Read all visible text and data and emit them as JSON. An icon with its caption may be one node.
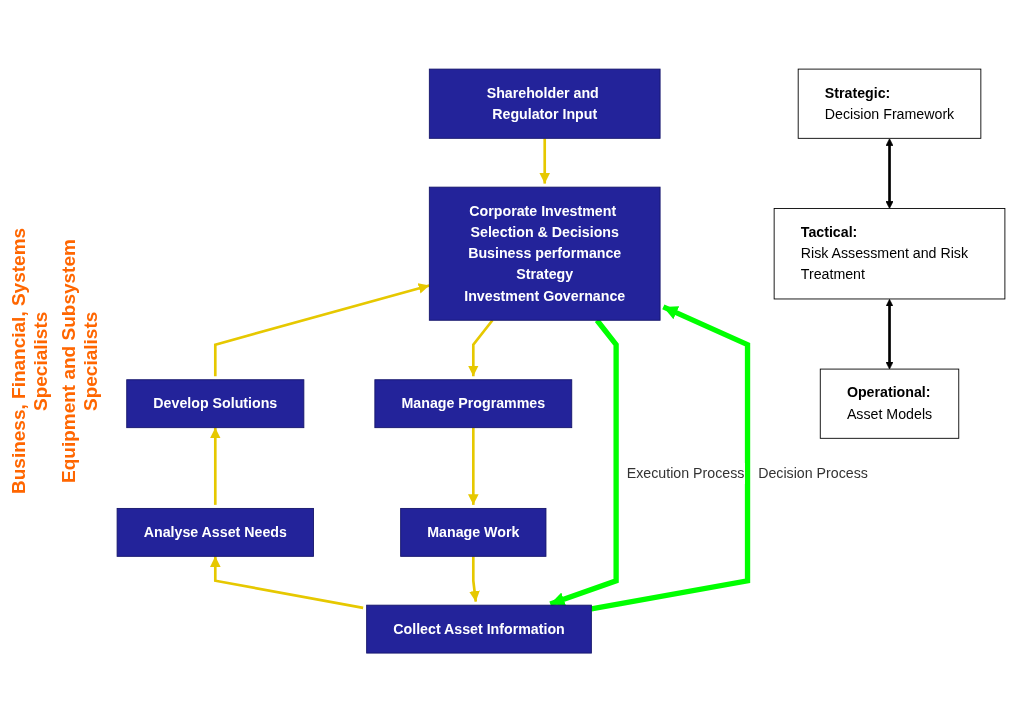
{
  "diagram": {
    "nodes": [
      {
        "text": [
          "Shareholder and Regulator Input"
        ]
      },
      {
        "text": [
          "Corporate Investment Selection & Decisions",
          "Business performance",
          "Strategy",
          "Investment Governance"
        ]
      },
      {
        "text": [
          "Develop Solutions"
        ]
      },
      {
        "text": [
          "Manage Programmes"
        ]
      },
      {
        "text": [
          "Analyse Asset Needs"
        ]
      },
      {
        "text": [
          "Manage Work"
        ]
      },
      {
        "text": [
          "Collect Asset Information"
        ]
      },
      {
        "text": [
          "Strategic:",
          "Decision Framework"
        ]
      },
      {
        "text": [
          "Tactical:",
          "Risk Assessment and Risk Treatment"
        ]
      },
      {
        "text": [
          "Operational:",
          "Asset Models"
        ]
      }
    ],
    "edges": [
      {
        "from": 0,
        "to": 1,
        "arrow": "to"
      },
      {
        "from": 2,
        "to": 1,
        "arrow": "to"
      },
      {
        "from": 1,
        "to": 3,
        "arrow": "to"
      },
      {
        "from": 4,
        "to": 2,
        "arrow": "to"
      },
      {
        "from": 3,
        "to": 5,
        "arrow": "to"
      },
      {
        "from": 6,
        "to": 4,
        "arrow": "to"
      },
      {
        "from": 5,
        "to": 6,
        "arrow": "to"
      },
      {
        "from": 6,
        "to": 1,
        "arrow": "to",
        "label": "Decision Process",
        "style": "thick",
        "color": "#00ff00"
      },
      {
        "from": 1,
        "to": 6,
        "arrow": "to",
        "label": "Execution Process",
        "style": "thick",
        "color": "#00ff00"
      },
      {
        "from": 7,
        "to": 8,
        "arrow": "both",
        "color": "#000000"
      },
      {
        "from": 8,
        "to": 9,
        "arrow": "both",
        "color": "#000000"
      }
    ],
    "labels": [
      "Business, Financial, Systems Specialists",
      "Equipment and Subsystem Specialists"
    ]
  }
}
